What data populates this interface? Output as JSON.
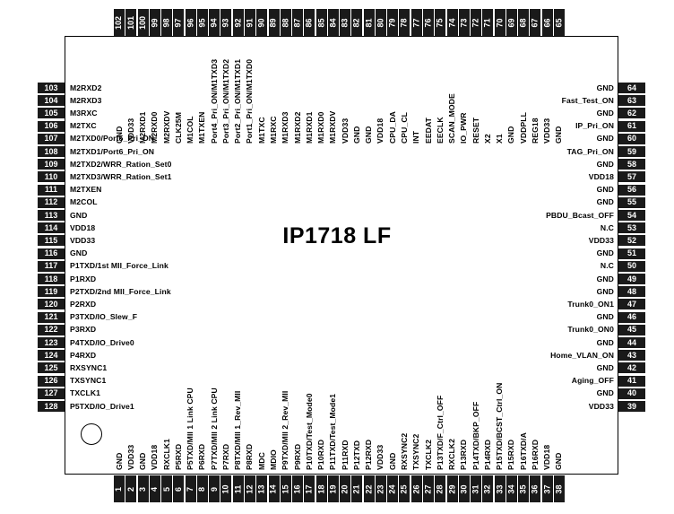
{
  "title": "IP1718 LF",
  "pins_top": [
    {
      "num": "102",
      "label": "GND"
    },
    {
      "num": "101",
      "label": "VDD33"
    },
    {
      "num": "100",
      "label": "M2RXD1"
    },
    {
      "num": "99",
      "label": "M2RXD0"
    },
    {
      "num": "98",
      "label": "M2RXDV"
    },
    {
      "num": "97",
      "label": "CLK25M"
    },
    {
      "num": "96",
      "label": "M1COL"
    },
    {
      "num": "95",
      "label": "M1TXEN"
    },
    {
      "num": "94",
      "label": "Port4_Pri_ON/M1TXD3"
    },
    {
      "num": "93",
      "label": "Port3_Pri_ON/M1TXD2"
    },
    {
      "num": "92",
      "label": "Port2_Pri_ON/M1TXD1"
    },
    {
      "num": "91",
      "label": "Port1_Pri_ON/M1TXD0"
    },
    {
      "num": "90",
      "label": "M1TXC"
    },
    {
      "num": "89",
      "label": "M1RXC"
    },
    {
      "num": "88",
      "label": "M1RXD3"
    },
    {
      "num": "87",
      "label": "M1RXD2"
    },
    {
      "num": "86",
      "label": "M1RXD1"
    },
    {
      "num": "85",
      "label": "M1RXD0"
    },
    {
      "num": "84",
      "label": "M1RXDV"
    },
    {
      "num": "83",
      "label": "VDD33"
    },
    {
      "num": "82",
      "label": "GND"
    },
    {
      "num": "81",
      "label": "GND"
    },
    {
      "num": "80",
      "label": "VDD18"
    },
    {
      "num": "79",
      "label": "CPU_DA"
    },
    {
      "num": "78",
      "label": "CPU_CL"
    },
    {
      "num": "77",
      "label": "INT"
    },
    {
      "num": "76",
      "label": "EEDAT"
    },
    {
      "num": "75",
      "label": "EECLK"
    },
    {
      "num": "74",
      "label": "SCAN_MODE"
    },
    {
      "num": "73",
      "label": "IO_PWR"
    },
    {
      "num": "72",
      "label": "RESET"
    },
    {
      "num": "71",
      "label": "X2"
    },
    {
      "num": "70",
      "label": "X1"
    },
    {
      "num": "69",
      "label": "GND"
    },
    {
      "num": "68",
      "label": "VDDPLL"
    },
    {
      "num": "67",
      "label": "REG18"
    },
    {
      "num": "66",
      "label": "VDD33"
    },
    {
      "num": "65",
      "label": "GND"
    }
  ],
  "pins_left": [
    {
      "num": "103",
      "label": "M2RXD2"
    },
    {
      "num": "104",
      "label": "M2RXD3"
    },
    {
      "num": "105",
      "label": "M3RXC"
    },
    {
      "num": "106",
      "label": "M2TXC"
    },
    {
      "num": "107",
      "label": "M2TXD0/Port5_Pri_ON"
    },
    {
      "num": "108",
      "label": "M2TXD1/Port6_Pri_ON"
    },
    {
      "num": "109",
      "label": "M2TXD2/WRR_Ration_Set0"
    },
    {
      "num": "110",
      "label": "M2TXD3/WRR_Ration_Set1"
    },
    {
      "num": "111",
      "label": "M2TXEN"
    },
    {
      "num": "112",
      "label": "M2COL"
    },
    {
      "num": "113",
      "label": "GND"
    },
    {
      "num": "114",
      "label": "VDD18"
    },
    {
      "num": "115",
      "label": "VDD33"
    },
    {
      "num": "116",
      "label": "GND"
    },
    {
      "num": "117",
      "label": "P1TXD/1st MII_Force_Link"
    },
    {
      "num": "118",
      "label": "P1RXD"
    },
    {
      "num": "119",
      "label": "P2TXD/2nd MII_Force_Link"
    },
    {
      "num": "120",
      "label": "P2RXD"
    },
    {
      "num": "121",
      "label": "P3TXD/IO_Slew_F"
    },
    {
      "num": "122",
      "label": "P3RXD"
    },
    {
      "num": "123",
      "label": "P4TXD/IO_Drive0"
    },
    {
      "num": "124",
      "label": "P4RXD"
    },
    {
      "num": "125",
      "label": "RXSYNC1"
    },
    {
      "num": "126",
      "label": "TXSYNC1"
    },
    {
      "num": "127",
      "label": "TXCLK1"
    },
    {
      "num": "128",
      "label": "P5TXD/IO_Drive1"
    }
  ],
  "pins_right": [
    {
      "num": "64",
      "label": "GND"
    },
    {
      "num": "63",
      "label": "Fast_Test_ON"
    },
    {
      "num": "62",
      "label": "GND"
    },
    {
      "num": "61",
      "label": "IP_Pri_ON"
    },
    {
      "num": "60",
      "label": "GND"
    },
    {
      "num": "59",
      "label": "TAG_Pri_ON"
    },
    {
      "num": "58",
      "label": "GND"
    },
    {
      "num": "57",
      "label": "VDD18"
    },
    {
      "num": "56",
      "label": "GND"
    },
    {
      "num": "55",
      "label": "GND"
    },
    {
      "num": "54",
      "label": "PBDU_Bcast_OFF"
    },
    {
      "num": "53",
      "label": "N.C"
    },
    {
      "num": "52",
      "label": "VDD33"
    },
    {
      "num": "51",
      "label": "GND"
    },
    {
      "num": "50",
      "label": "N.C"
    },
    {
      "num": "49",
      "label": "GND"
    },
    {
      "num": "48",
      "label": "GND"
    },
    {
      "num": "47",
      "label": "Trunk0_ON1"
    },
    {
      "num": "46",
      "label": "GND"
    },
    {
      "num": "45",
      "label": "Trunk0_ON0"
    },
    {
      "num": "44",
      "label": "GND"
    },
    {
      "num": "43",
      "label": "Home_VLAN_ON"
    },
    {
      "num": "42",
      "label": "GND"
    },
    {
      "num": "41",
      "label": "Aging_OFF"
    },
    {
      "num": "40",
      "label": "GND"
    },
    {
      "num": "39",
      "label": "VDD33"
    }
  ],
  "pins_bottom": [
    {
      "num": "1",
      "label": "GND"
    },
    {
      "num": "2",
      "label": "VDD33"
    },
    {
      "num": "3",
      "label": "GND"
    },
    {
      "num": "4",
      "label": "VDD18"
    },
    {
      "num": "5",
      "label": "RXCLK1"
    },
    {
      "num": "6",
      "label": "P5RXD"
    },
    {
      "num": "7",
      "label": "P5TXD/MII 1 Link CPU"
    },
    {
      "num": "8",
      "label": "P6RXD"
    },
    {
      "num": "9",
      "label": "P7TXD/MII 2 Link CPU"
    },
    {
      "num": "10",
      "label": "P7RXD"
    },
    {
      "num": "11",
      "label": "P8TXD/MII 1_Rev_MII"
    },
    {
      "num": "12",
      "label": "P8RXD"
    },
    {
      "num": "13",
      "label": "MDC"
    },
    {
      "num": "14",
      "label": "MDIO"
    },
    {
      "num": "15",
      "label": "P9TXD/MII 2_Rev_MII"
    },
    {
      "num": "16",
      "label": "P9RXD"
    },
    {
      "num": "17",
      "label": "P10TXD/Test_Mode0"
    },
    {
      "num": "18",
      "label": "P10RXD"
    },
    {
      "num": "19",
      "label": "P11TXD/Test_Mode1"
    },
    {
      "num": "20",
      "label": "P11RXD"
    },
    {
      "num": "21",
      "label": "P12TXD"
    },
    {
      "num": "22",
      "label": "P12RXD"
    },
    {
      "num": "23",
      "label": "VDD33"
    },
    {
      "num": "24",
      "label": "GND"
    },
    {
      "num": "25",
      "label": "RXSYNC2"
    },
    {
      "num": "26",
      "label": "TXSYNC2"
    },
    {
      "num": "27",
      "label": "TXCLK2"
    },
    {
      "num": "28",
      "label": "P13TXD/F_Ctrl_OFF"
    },
    {
      "num": "29",
      "label": "RXCLK2"
    },
    {
      "num": "30",
      "label": "P13RXD"
    },
    {
      "num": "31",
      "label": "P14TXD/BKP_OFF"
    },
    {
      "num": "32",
      "label": "P14RXD"
    },
    {
      "num": "33",
      "label": "P15TXD/BCST_Ctrl_ON"
    },
    {
      "num": "34",
      "label": "P15RXD"
    },
    {
      "num": "35",
      "label": "P16TXD/A"
    },
    {
      "num": "36",
      "label": "P16RXD"
    },
    {
      "num": "37",
      "label": "VDD18"
    },
    {
      "num": "38",
      "label": "GND"
    }
  ]
}
